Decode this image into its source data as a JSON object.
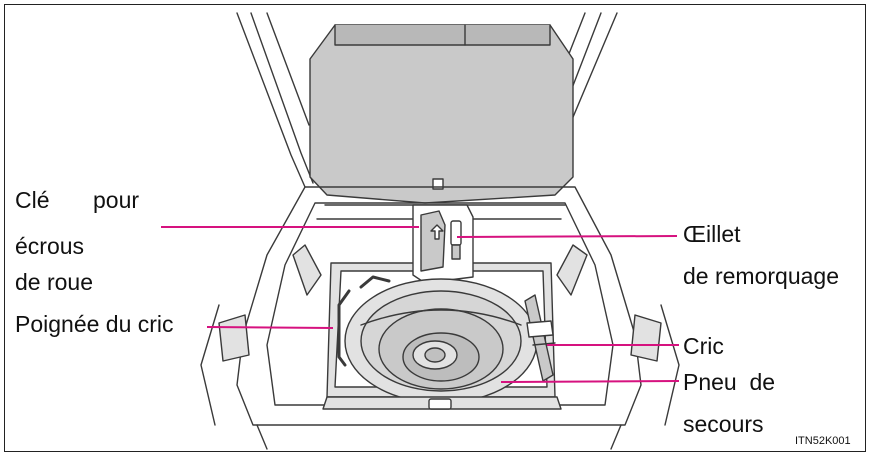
{
  "labels": {
    "wheel_nut_wrench_1": "Clé",
    "wheel_nut_wrench_2": "pour",
    "wheel_nut_wrench_3": "écrous",
    "wheel_nut_wrench_4": "de roue",
    "jack_handle": "Poignée du cric",
    "towing_eyelet_1": "Œillet",
    "towing_eyelet_2": "de remorquage",
    "jack": "Cric",
    "spare_tire_1": "Pneu  de",
    "spare_tire_2": "secours"
  },
  "figure_code": "ITN52K001",
  "colors": {
    "leader_line": "#d6127f",
    "drawing": "#3a3a3a",
    "shade": "#c9c9c9",
    "shade_light": "#e2e2e2"
  }
}
